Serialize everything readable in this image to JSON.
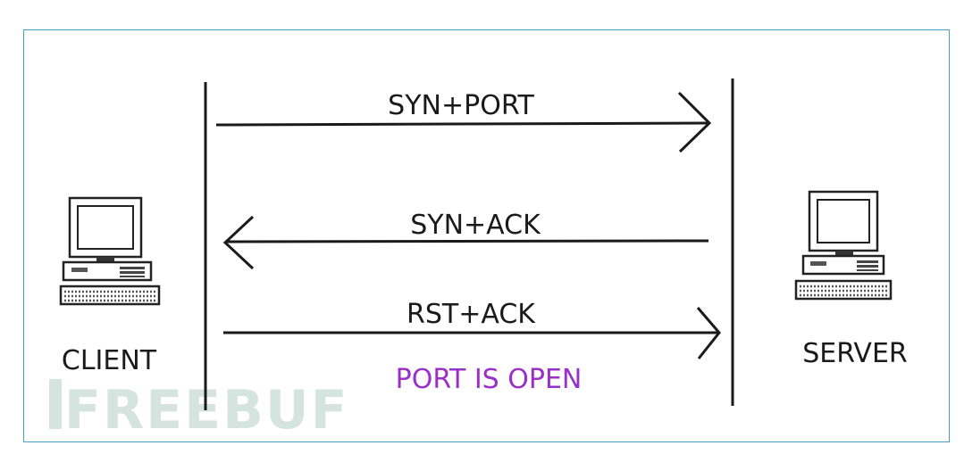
{
  "client": {
    "label": "CLIENT"
  },
  "server": {
    "label": "SERVER"
  },
  "messages": [
    {
      "label": "SYN+PORT",
      "direction": "client-to-server"
    },
    {
      "label": "SYN+ACK",
      "direction": "server-to-client"
    },
    {
      "label": "RST+ACK",
      "direction": "client-to-server"
    }
  ],
  "status": {
    "text": "PORT IS OPEN",
    "color": "#9b30c8"
  },
  "watermark": {
    "text": "FREEBUF",
    "color": "#d6e4df"
  },
  "colors": {
    "frame": "#4a9fc8",
    "line": "#1a1a1a"
  }
}
